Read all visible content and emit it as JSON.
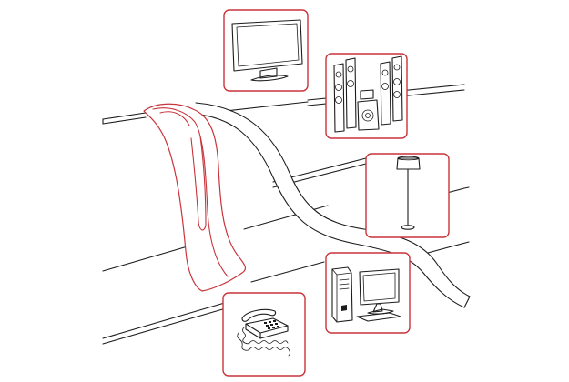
{
  "accent_color": "#c8343a",
  "line_color": "#1c1c1c",
  "background_color": "#ffffff",
  "devices": [
    {
      "name": "television",
      "icon": "tv-icon"
    },
    {
      "name": "home-theater-speakers",
      "icon": "speaker-system-icon"
    },
    {
      "name": "floor-lamp",
      "icon": "floor-lamp-icon"
    },
    {
      "name": "desktop-computer",
      "icon": "desktop-computer-icon"
    },
    {
      "name": "telephone",
      "icon": "telephone-icon"
    }
  ]
}
